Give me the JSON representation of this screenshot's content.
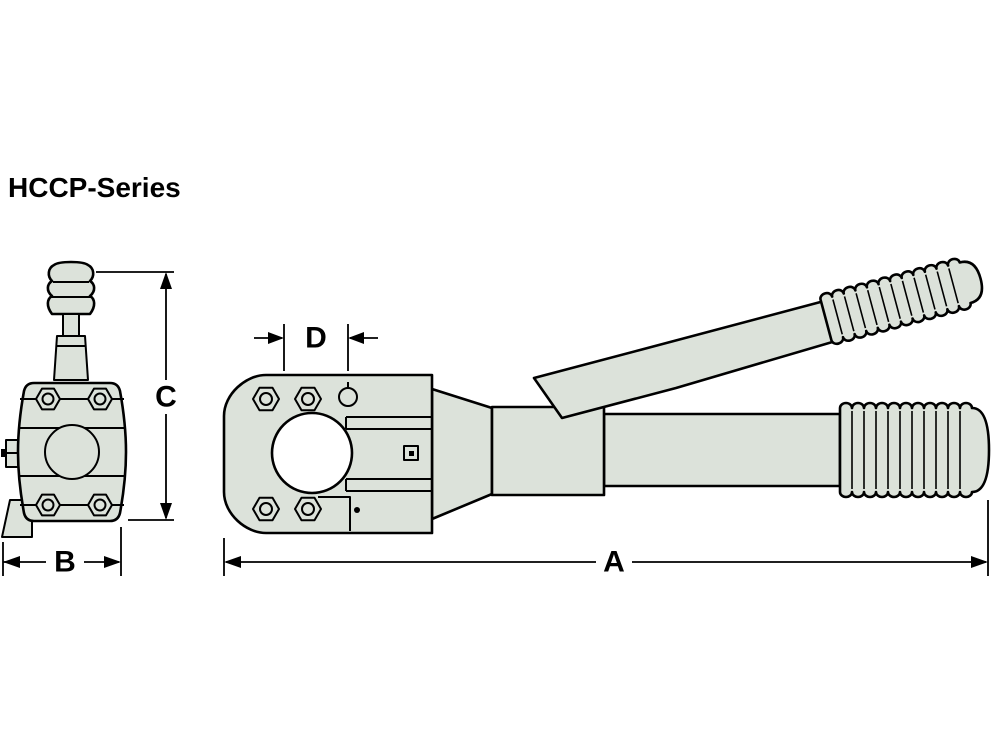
{
  "title": "HCCP-Series",
  "dimensions": {
    "a": "A",
    "b": "B",
    "c": "C",
    "d": "D"
  },
  "colors": {
    "ink": "#000000",
    "part": "#dce2da",
    "bg": "#ffffff"
  }
}
